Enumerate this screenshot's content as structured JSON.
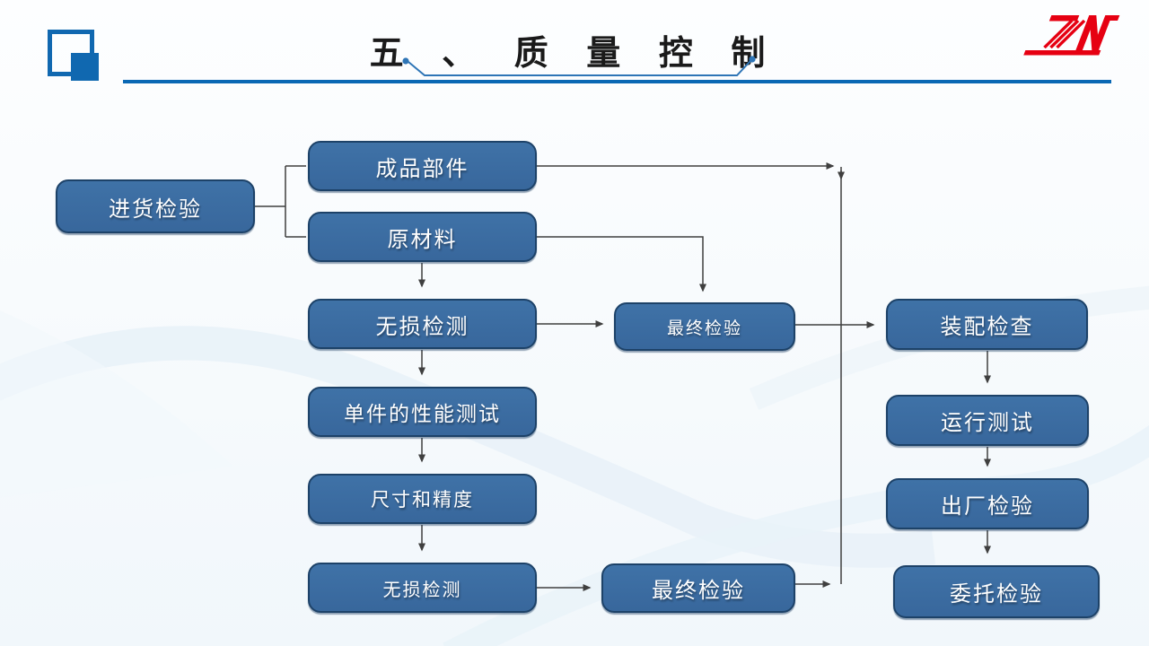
{
  "header": {
    "title": "五 、 质 量 控 制",
    "logo_text": "ZN"
  },
  "colors": {
    "node_fill": "#3a6b9f",
    "node_border": "#1d4268",
    "accent_blue": "#0a68b4",
    "underline_blue": "#2e75b6",
    "icon_blue": "#1068b0",
    "logo_red": "#e60012",
    "arrow": "#3f3f3f",
    "title_text": "#1a1a1a"
  },
  "flowchart": {
    "nodes": [
      {
        "id": "incoming-inspection",
        "label": "进货检验"
      },
      {
        "id": "finished-parts",
        "label": "成品部件"
      },
      {
        "id": "raw-material",
        "label": "原材料"
      },
      {
        "id": "ndt-1",
        "label": "无损检测"
      },
      {
        "id": "unit-performance-test",
        "label": "单件的性能测试"
      },
      {
        "id": "dimension-precision",
        "label": "尺寸和精度"
      },
      {
        "id": "ndt-2",
        "label": "无损检测"
      },
      {
        "id": "final-inspection-1",
        "label": "最终检验"
      },
      {
        "id": "final-inspection-2",
        "label": "最终检验"
      },
      {
        "id": "assembly-check",
        "label": "装配检查"
      },
      {
        "id": "operation-test",
        "label": "运行测试"
      },
      {
        "id": "factory-inspection",
        "label": "出厂检验"
      },
      {
        "id": "entrusted-inspection",
        "label": "委托检验"
      }
    ]
  }
}
